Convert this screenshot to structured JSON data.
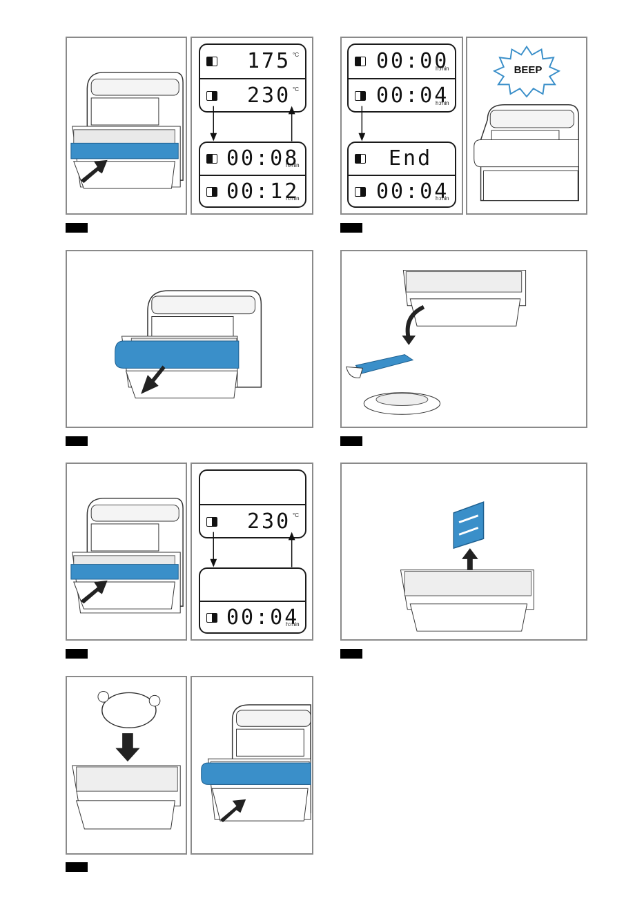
{
  "colors": {
    "accent_blue": "#3a8fc9",
    "panel_border": "#8a8a8a",
    "step_tag": "#000000"
  },
  "figure1": {
    "display": {
      "top": {
        "value": "175",
        "unit": "°C",
        "zone": "left"
      },
      "bottom": {
        "value": "230",
        "unit": "°C",
        "zone": "right"
      }
    },
    "display_after": {
      "top": {
        "value": "00:08",
        "unit": "h:min",
        "zone": "left"
      },
      "bottom": {
        "value": "00:12",
        "unit": "h:min",
        "zone": "right"
      }
    }
  },
  "figure2": {
    "display": {
      "top": {
        "value": "00:00",
        "unit": "h:min",
        "zone": "left"
      },
      "bottom": {
        "value": "00:04",
        "unit": "h:min",
        "zone": "right"
      }
    },
    "display_after": {
      "top": {
        "value": "End",
        "zone": "left"
      },
      "bottom": {
        "value": "00:04",
        "unit": "h:min",
        "zone": "right"
      }
    },
    "beep_label": "BEEP"
  },
  "figure5": {
    "display": {
      "bottom": {
        "value": "230",
        "unit": "°C",
        "zone": "right"
      }
    },
    "display_after": {
      "bottom": {
        "value": "00:04",
        "unit": "h:min",
        "zone": "right"
      }
    }
  },
  "icons": [
    "push-arrow-icon",
    "pull-arrow-icon",
    "down-arrow-icon",
    "up-arrow-icon",
    "tongs-icon",
    "chicken-icon",
    "beep-burst-icon"
  ]
}
